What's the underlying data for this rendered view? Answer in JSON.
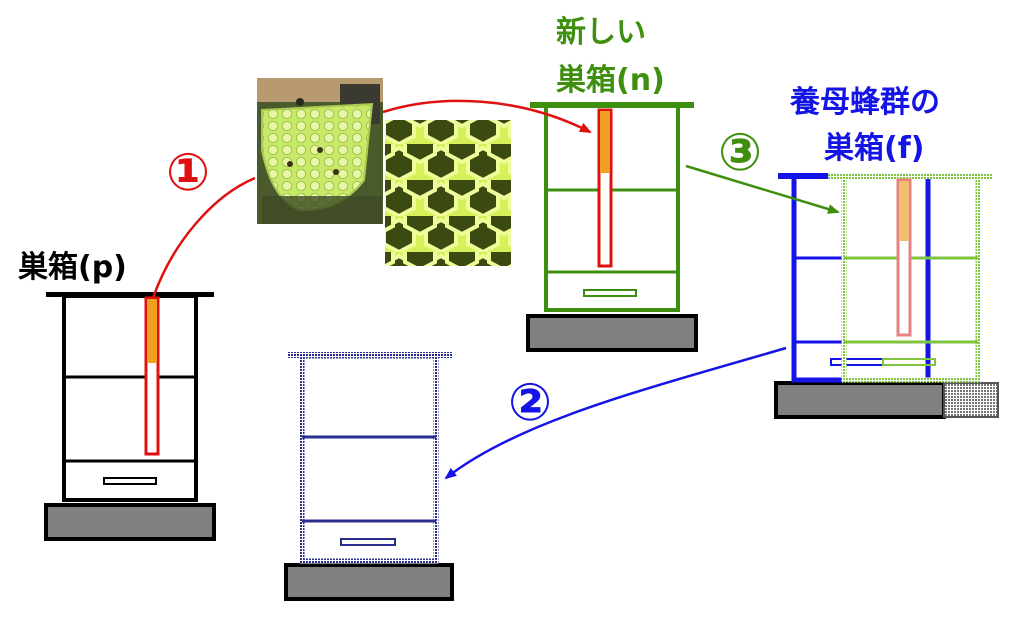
{
  "labels": {
    "hive_p": "巣箱(p)",
    "hive_n_line1": "新しい",
    "hive_n_line2": "巣箱(n)",
    "hive_f_line1": "養母蜂群の",
    "hive_f_line2": "巣箱(f)"
  },
  "steps": {
    "step1": "①",
    "step2": "②",
    "step3": "③"
  },
  "colors": {
    "hive_p": "#000000",
    "hive_n": "#3f8f0f",
    "hive_f": "#1414e6",
    "step1": "#e01010",
    "step2": "#1414e6",
    "step3": "#3f8f0f",
    "comb_cell": "#e01010",
    "comb_brood": "#f0a020",
    "base": "#808080"
  },
  "icons": {
    "photo1": "honeycomb-photo-icon",
    "photo2": "honeycomb-closeup-photo-icon"
  }
}
